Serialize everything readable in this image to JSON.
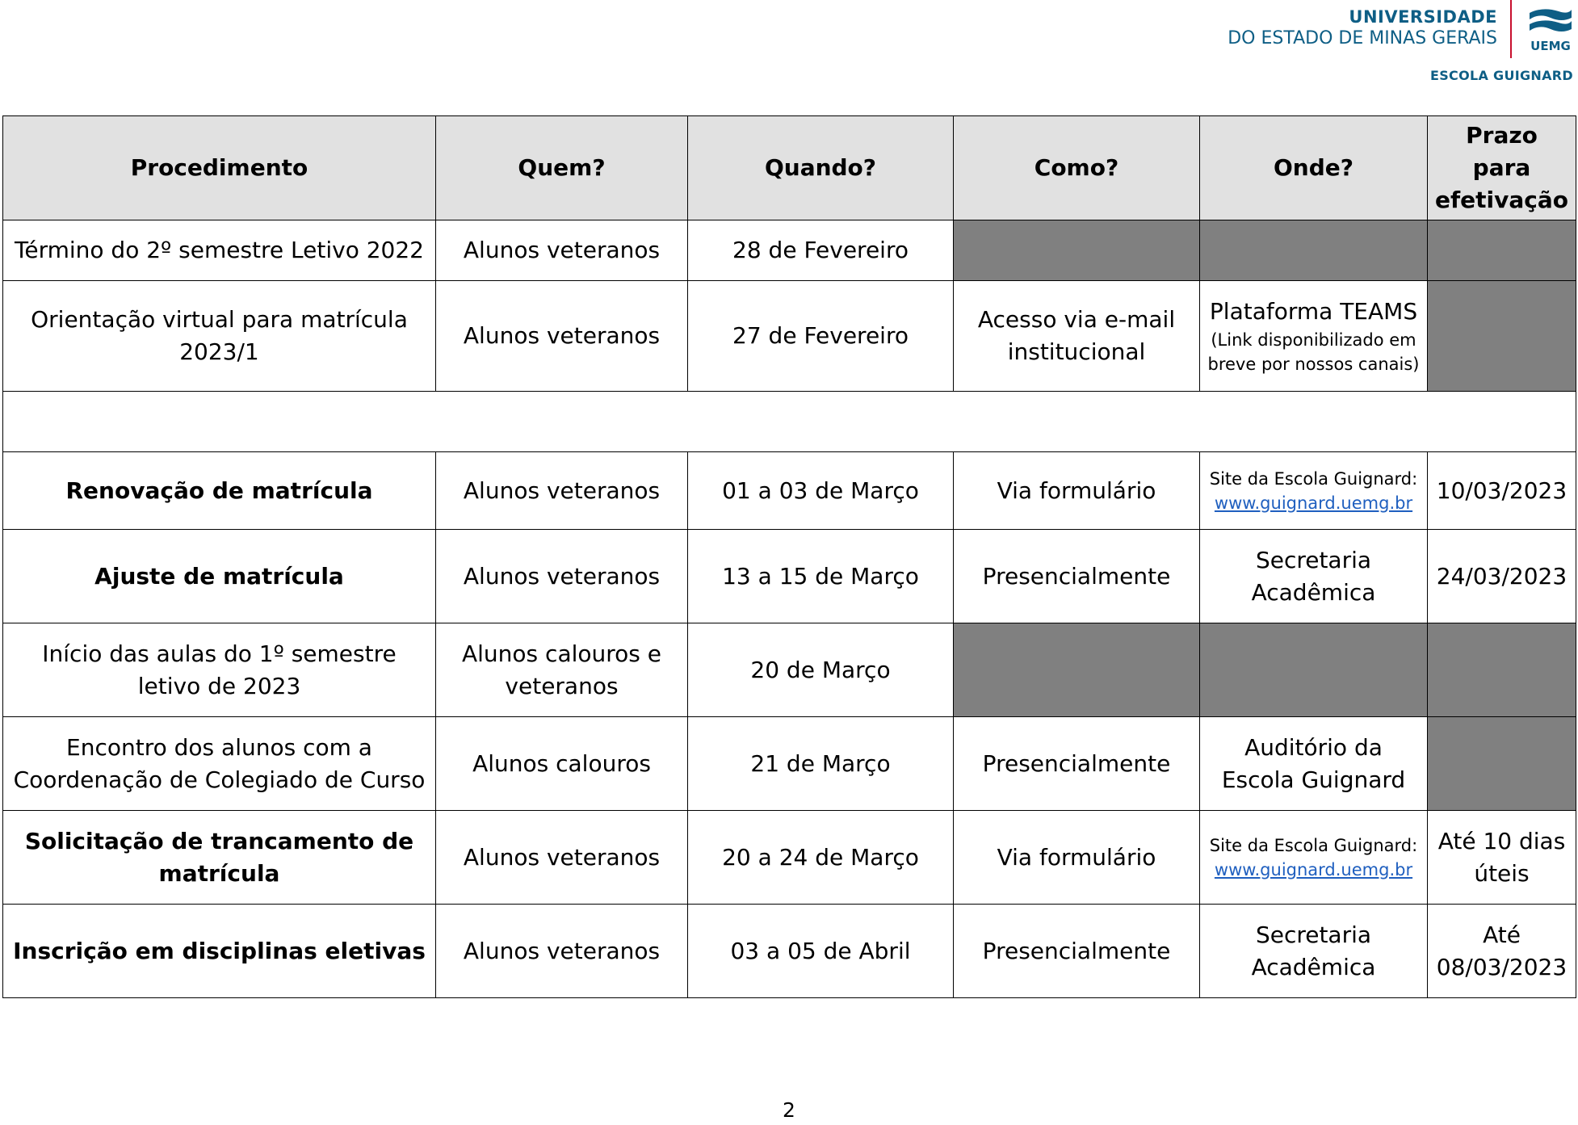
{
  "header": {
    "university_line1": "UNIVERSIDADE",
    "university_line2": "DO ESTADO DE MINAS GERAIS",
    "logo_text": "UEMG",
    "school": "ESCOLA GUIGNARD",
    "brand_color": "#0e5e85",
    "accent_color": "#c8102e"
  },
  "table": {
    "headers": [
      "Procedimento",
      "Quem?",
      "Quando?",
      "Como?",
      "Onde?",
      "Prazo para efetivação"
    ],
    "rows": [
      {
        "procedimento": "Término do 2º semestre Letivo 2022",
        "quem": "Alunos veteranos",
        "quando": "28 de Fevereiro"
      },
      {
        "procedimento": "Orientação virtual para matrícula 2023/1",
        "quem": "Alunos veteranos",
        "quando": "27 de Fevereiro",
        "como": "Acesso via e-mail institucional",
        "onde": "Plataforma TEAMS",
        "onde_note": "(Link disponibilizado em breve por nossos canais)"
      },
      {
        "procedimento": "Renovação de matrícula",
        "quem": "Alunos veteranos",
        "quando": "01 a 03 de Março",
        "como": "Via formulário",
        "onde": "Site da Escola Guignard:",
        "onde_link": "www.guignard.uemg.br",
        "prazo": "10/03/2023"
      },
      {
        "procedimento": "Ajuste de matrícula",
        "quem": "Alunos veteranos",
        "quando": "13 a 15 de Março",
        "como": "Presencialmente",
        "onde": "Secretaria Acadêmica",
        "prazo": "24/03/2023"
      },
      {
        "procedimento": "Início das aulas do 1º semestre letivo de 2023",
        "quem": "Alunos calouros e veteranos",
        "quando": "20 de Março"
      },
      {
        "procedimento": "Encontro dos alunos com a Coordenação de Colegiado de Curso",
        "quem": "Alunos calouros",
        "quando": "21 de Março",
        "como": "Presencialmente",
        "onde": "Auditório da Escola Guignard"
      },
      {
        "procedimento": "Solicitação de trancamento de matrícula",
        "quem": "Alunos veteranos",
        "quando": "20 a 24 de Março",
        "como": "Via formulário",
        "onde": "Site da Escola Guignard:",
        "onde_link": "www.guignard.uemg.br",
        "prazo": "Até 10 dias úteis"
      },
      {
        "procedimento": "Inscrição em disciplinas eletivas",
        "quem": "Alunos veteranos",
        "quando": "03 a 05 de Abril",
        "como": "Presencialmente",
        "onde": "Secretaria Acadêmica",
        "prazo": "Até 08/03/2023"
      }
    ]
  },
  "page_number": "2"
}
